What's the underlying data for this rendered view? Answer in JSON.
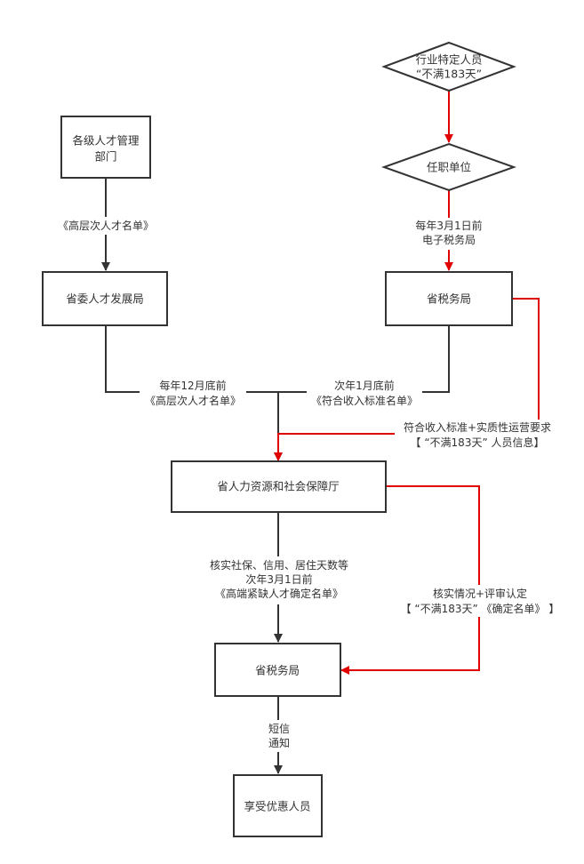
{
  "colors": {
    "line_dark": "#333333",
    "line_red": "#e00000",
    "text": "#333333",
    "background": "#ffffff"
  },
  "nodes": {
    "talent_dept": {
      "lines": [
        "各级人才管理",
        "部门"
      ],
      "shape": "rectangle"
    },
    "talent_bureau": {
      "lines": [
        "省委人才发展局"
      ],
      "shape": "rectangle"
    },
    "special_personnel": {
      "lines": [
        "行业特定人员",
        "“不满183天”"
      ],
      "shape": "diamond"
    },
    "employer": {
      "lines": [
        "任职单位"
      ],
      "shape": "diamond"
    },
    "tax_bureau_top": {
      "lines": [
        "省税务局"
      ],
      "shape": "rectangle"
    },
    "hr_dept": {
      "lines": [
        "省人力资源和社会保障厅"
      ],
      "shape": "rectangle"
    },
    "tax_bureau_bottom": {
      "lines": [
        "省税务局"
      ],
      "shape": "rectangle"
    },
    "beneficiaries": {
      "lines": [
        "享受优惠人员"
      ],
      "shape": "rectangle"
    }
  },
  "edges": {
    "dept_to_bureau": {
      "lines": [
        "《高层次人才名单》"
      ],
      "color": "dark"
    },
    "bureau_to_hr": {
      "lines": [
        "每年12月底前",
        "《高层次人才名单》"
      ],
      "color": "dark"
    },
    "special_to_employer": {
      "lines": [],
      "color": "red"
    },
    "employer_to_tax": {
      "lines": [
        "每年3月1日前",
        "电子税务局"
      ],
      "color": "red"
    },
    "tax_to_hr": {
      "lines": [
        "次年1月底前",
        "《符合收入标准名单》"
      ],
      "color": "dark"
    },
    "tax_to_hr_red": {
      "lines": [
        "符合收入标准+实质性运营要求",
        "【 “不满183天” 人员信息】"
      ],
      "color": "red"
    },
    "hr_to_tax": {
      "lines": [
        "核实社保、信用、居住天数等",
        "次年3月1日前",
        "《高端紧缺人才确定名单》"
      ],
      "color": "dark"
    },
    "hr_to_tax_red": {
      "lines": [
        "核实情况+评审认定",
        "【 “不满183天” 《确定名单》 】"
      ],
      "color": "red"
    },
    "tax_to_beneficiaries": {
      "lines": [
        "短信",
        "通知"
      ],
      "color": "dark"
    }
  }
}
